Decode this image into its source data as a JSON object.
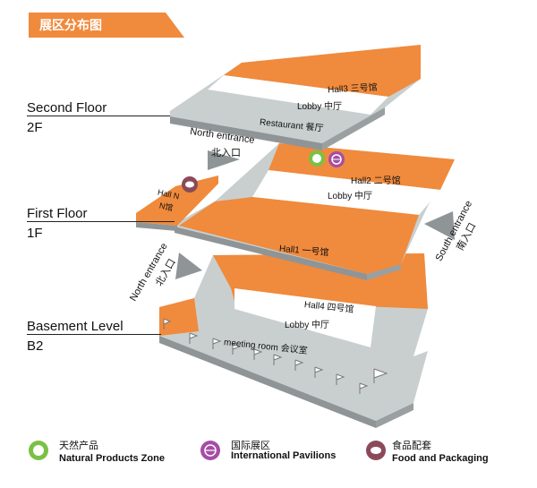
{
  "title": "展区分布图",
  "floors": {
    "second": {
      "name": "Second Floor",
      "code": "2F"
    },
    "first": {
      "name": "First Floor",
      "code": "1F"
    },
    "basement": {
      "name": "Basement Level",
      "code": "B2"
    }
  },
  "halls": {
    "hall3": "Hall3 三号馆",
    "hall2": "Hall2 二号馆",
    "hall1": "Hall1 一号馆",
    "hall4": "Hall4 四号馆",
    "hallN_line1": "Hall N",
    "hallN_line2": "N馆"
  },
  "areas": {
    "lobby_2f": "Lobby 中厅",
    "restaurant": "Restaurant 餐厅",
    "lobby_1f": "Lobby 中厅",
    "lobby_b2": "Lobby 中厅",
    "meeting_room": "meeting room 会议室"
  },
  "entrances": {
    "north_2f_line1": "North entrance",
    "north_2f_line2": "北入口",
    "north_b2_line1": "North entrance",
    "north_b2_line2": "北入口",
    "south_line1": "South entrance",
    "south_line2": "南入口"
  },
  "legend": [
    {
      "cn": "天然产品",
      "en": "Natural Products Zone",
      "icon": "natural-products-icon",
      "color": "#7ac143"
    },
    {
      "cn": "国际展区",
      "en": "International Pavilions",
      "icon": "international-pavilions-icon",
      "color": "#a64ca6"
    },
    {
      "cn": "食品配套",
      "en": "Food and Packaging",
      "icon": "food-packaging-icon",
      "color": "#8b4a5a"
    }
  ],
  "colors": {
    "orange": "#f08a3c",
    "grey": "#c9cfcf",
    "dark_grey": "#8f9596",
    "white": "#ffffff"
  }
}
